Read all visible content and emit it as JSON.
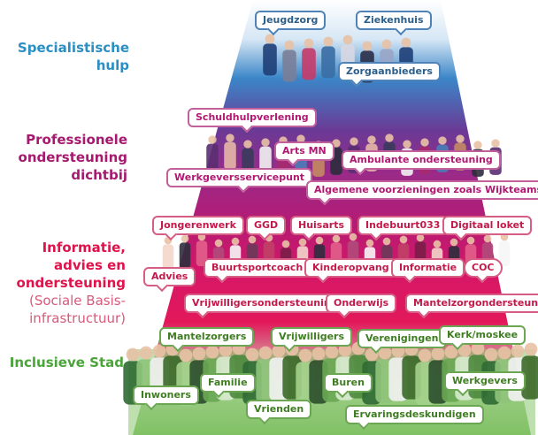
{
  "levels": {
    "specialist": {
      "line1": "Specialistische",
      "line2": "hulp",
      "color": "#2b8fc4"
    },
    "professional": {
      "line1": "Professionele",
      "line2": "ondersteuning",
      "line3": "dichtbij",
      "color": "#a5196f"
    },
    "information": {
      "line1": "Informatie,",
      "line2": "advies en",
      "line3": "ondersteuning",
      "sub1": "(Sociale Basis-",
      "sub2": "infrastructuur)",
      "color": "#e0124c",
      "sub_color": "#d85a7a"
    },
    "inclusive": {
      "line1": "Inclusieve Stad",
      "color": "#4aa43a"
    }
  },
  "bubbles": {
    "specialist": {
      "jeugdzorg": "Jeugdzorg",
      "ziekenhuis": "Ziekenhuis",
      "zorgaanbieders": "Zorgaanbieders"
    },
    "professional": {
      "schuldhulp": "Schuldhulpverlening",
      "arts": "Arts MN",
      "ambulante": "Ambulante ondersteuning",
      "werkgevers": "Werkgeversservicepunt",
      "voorzieningen": "Algemene voorzieningen zoals Wijkteams"
    },
    "information": {
      "jongerenwerk": "Jongerenwerk",
      "ggd": "GGD",
      "huisarts": "Huisarts",
      "indebuurt": "Indebuurt033",
      "digitaal": "Digitaal loket",
      "advies": "Advies",
      "buurtsport": "Buurtsportcoach",
      "kinderopvang": "Kinderopvang",
      "informatie": "Informatie",
      "coc": "COC",
      "vrijwilligersondersteuning": "Vrijwilligersondersteuning",
      "onderwijs": "Onderwijs",
      "mantelzorgondersteuning": "Mantelzorgondersteuning"
    },
    "inclusive": {
      "mantelzorgers": "Mantelzorgers",
      "vrijwilligers": "Vrijwilligers",
      "verenigingen": "Verenigingen",
      "kerk": "Kerk/moskee",
      "inwoners": "Inwoners",
      "familie": "Familie",
      "buren": "Buren",
      "werkgevers": "Werkgevers",
      "vrienden": "Vrienden",
      "ervaring": "Ervaringsdeskundigen"
    }
  },
  "colors": {
    "blue": "#3b86c8",
    "purple": "#8a2a7e",
    "magenta": "#c0166f",
    "red": "#e2185a",
    "green": "#5aa53c"
  }
}
